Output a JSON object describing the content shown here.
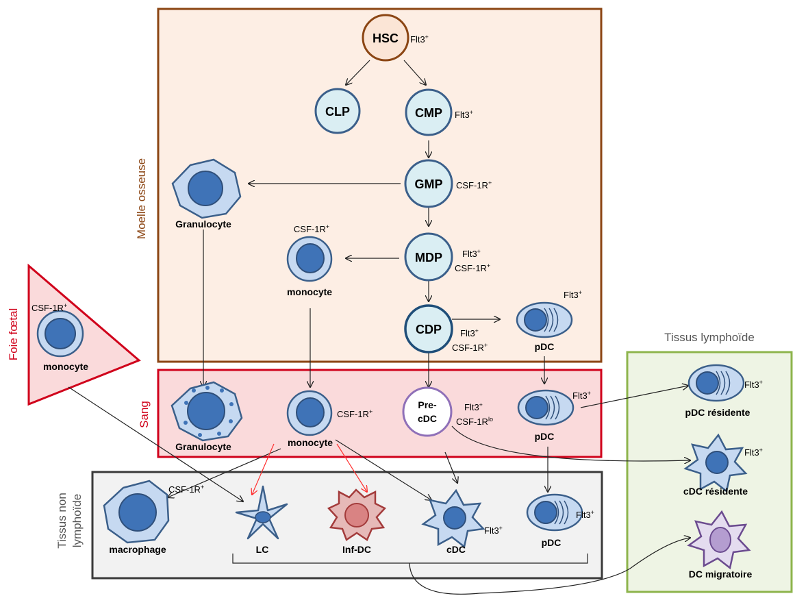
{
  "regions": {
    "bone_marrow": "Moelle osseuse",
    "blood": "Sang",
    "fetal_liver": "Foie fœtal",
    "non_lymphoid_line1": "Tissus non",
    "non_lymphoid_line2": "lymphoïde",
    "lymphoid": "Tissus lymphoïde"
  },
  "cells": {
    "hsc": "HSC",
    "clp": "CLP",
    "cmp": "CMP",
    "gmp": "GMP",
    "mdp": "MDP",
    "cdp": "CDP",
    "granulocyte_marrow": "Granulocyte",
    "monocyte_marrow": "monocyte",
    "pdc_marrow": "pDC",
    "monocyte_liver": "monocyte",
    "granulocyte_blood": "Granulocyte",
    "monocyte_blood": "monocyte",
    "precdc_line1": "Pre-",
    "precdc_line2": "cDC",
    "pdc_blood": "pDC",
    "macrophage": "macrophage",
    "lc": "LC",
    "infdc": "Inf-DC",
    "cdc_tissue": "cDC",
    "pdc_tissue": "pDC",
    "pdc_resident": "pDC résidente",
    "cdc_resident": "cDC résidente",
    "dc_migratory": "DC migratoire"
  },
  "markers": {
    "flt3": "Flt3",
    "csf1r": "CSF-1R",
    "plus": "+",
    "lo": "lo"
  },
  "colors": {
    "marrow_border": "#8B4513",
    "marrow_fill": "#FDEEE4",
    "blood_border": "#D0021B",
    "blood_fill": "#FADADB",
    "tissue_border": "#3A3A3A",
    "tissue_fill": "#F2F2F2",
    "lymphoid_border": "#8DB44C",
    "lymphoid_fill": "#EEF4E4",
    "cell_fill": "#C6D9F1",
    "cell_border": "#3B5F8A",
    "nucleus": "#3F73B7",
    "red_arrow": "#FF3030"
  }
}
